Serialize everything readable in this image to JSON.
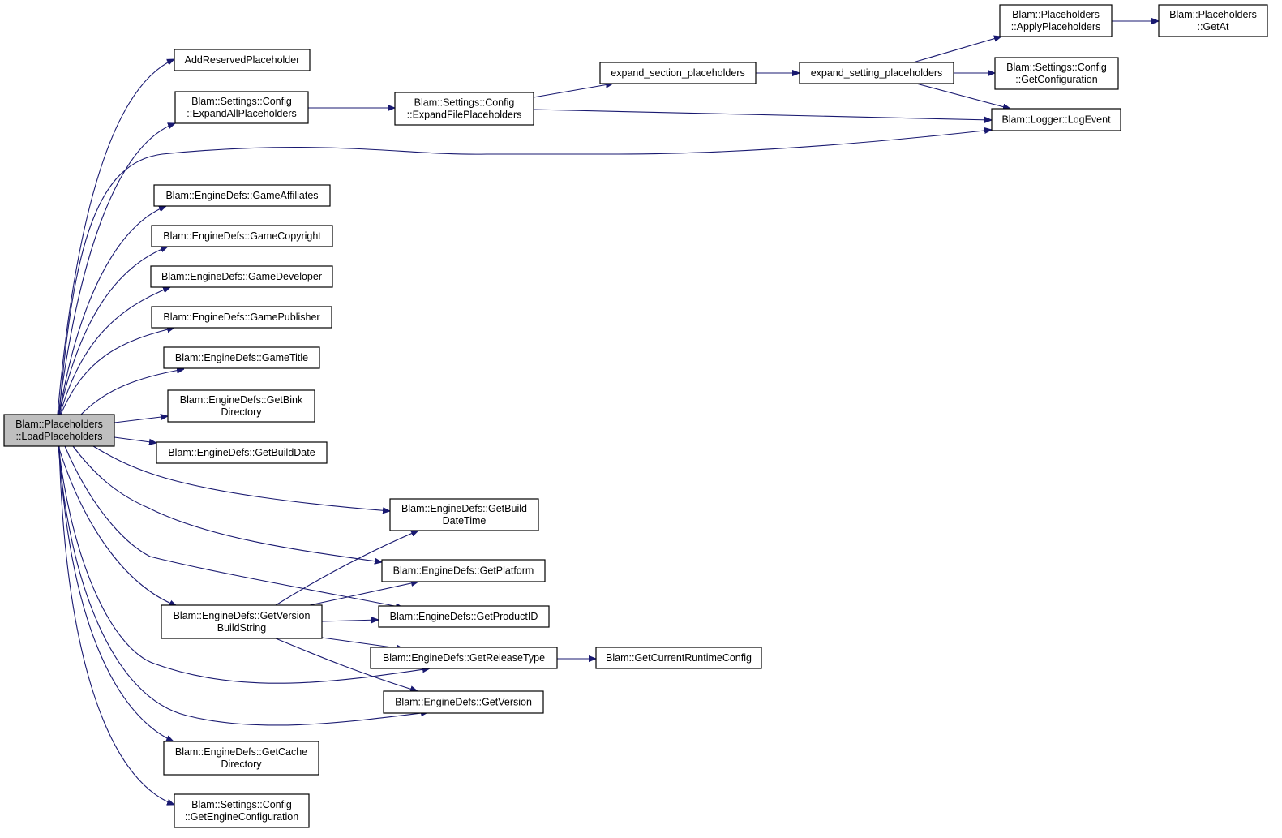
{
  "diagram": {
    "root": "load_placeholders",
    "nodes": [
      {
        "id": "load_placeholders",
        "lines": [
          "Blam::Placeholders",
          "::LoadPlaceholders"
        ],
        "root": true
      },
      {
        "id": "add_reserved",
        "lines": [
          "AddReservedPlaceholder"
        ]
      },
      {
        "id": "expand_all",
        "lines": [
          "Blam::Settings::Config",
          "::ExpandAllPlaceholders"
        ]
      },
      {
        "id": "expand_file",
        "lines": [
          "Blam::Settings::Config",
          "::ExpandFilePlaceholders"
        ]
      },
      {
        "id": "expand_section",
        "lines": [
          "expand_section_placeholders"
        ]
      },
      {
        "id": "expand_setting",
        "lines": [
          "expand_setting_placeholders"
        ]
      },
      {
        "id": "apply_placeholders",
        "lines": [
          "Blam::Placeholders",
          "::ApplyPlaceholders"
        ]
      },
      {
        "id": "get_at",
        "lines": [
          "Blam::Placeholders",
          "::GetAt"
        ]
      },
      {
        "id": "get_configuration",
        "lines": [
          "Blam::Settings::Config",
          "::GetConfiguration"
        ]
      },
      {
        "id": "log_event",
        "lines": [
          "Blam::Logger::LogEvent"
        ]
      },
      {
        "id": "game_affiliates",
        "lines": [
          "Blam::EngineDefs::GameAffiliates"
        ]
      },
      {
        "id": "game_copyright",
        "lines": [
          "Blam::EngineDefs::GameCopyright"
        ]
      },
      {
        "id": "game_developer",
        "lines": [
          "Blam::EngineDefs::GameDeveloper"
        ]
      },
      {
        "id": "game_publisher",
        "lines": [
          "Blam::EngineDefs::GamePublisher"
        ]
      },
      {
        "id": "game_title",
        "lines": [
          "Blam::EngineDefs::GameTitle"
        ]
      },
      {
        "id": "bink_dir",
        "lines": [
          "Blam::EngineDefs::GetBink",
          "Directory"
        ]
      },
      {
        "id": "build_date",
        "lines": [
          "Blam::EngineDefs::GetBuildDate"
        ]
      },
      {
        "id": "build_datetime",
        "lines": [
          "Blam::EngineDefs::GetBuild",
          "DateTime"
        ]
      },
      {
        "id": "platform",
        "lines": [
          "Blam::EngineDefs::GetPlatform"
        ]
      },
      {
        "id": "version_build",
        "lines": [
          "Blam::EngineDefs::GetVersion",
          "BuildString"
        ]
      },
      {
        "id": "product_id",
        "lines": [
          "Blam::EngineDefs::GetProductID"
        ]
      },
      {
        "id": "release_type",
        "lines": [
          "Blam::EngineDefs::GetReleaseType"
        ]
      },
      {
        "id": "runtime_config",
        "lines": [
          "Blam::GetCurrentRuntimeConfig"
        ]
      },
      {
        "id": "get_version",
        "lines": [
          "Blam::EngineDefs::GetVersion"
        ]
      },
      {
        "id": "cache_dir",
        "lines": [
          "Blam::EngineDefs::GetCache",
          "Directory"
        ]
      },
      {
        "id": "engine_config",
        "lines": [
          "Blam::Settings::Config",
          "::GetEngineConfiguration"
        ]
      }
    ],
    "edges": [
      [
        "load_placeholders",
        "add_reserved"
      ],
      [
        "load_placeholders",
        "expand_all"
      ],
      [
        "load_placeholders",
        "log_event"
      ],
      [
        "load_placeholders",
        "game_affiliates"
      ],
      [
        "load_placeholders",
        "game_copyright"
      ],
      [
        "load_placeholders",
        "game_developer"
      ],
      [
        "load_placeholders",
        "game_publisher"
      ],
      [
        "load_placeholders",
        "game_title"
      ],
      [
        "load_placeholders",
        "bink_dir"
      ],
      [
        "load_placeholders",
        "build_date"
      ],
      [
        "load_placeholders",
        "build_datetime"
      ],
      [
        "load_placeholders",
        "platform"
      ],
      [
        "load_placeholders",
        "product_id"
      ],
      [
        "load_placeholders",
        "version_build"
      ],
      [
        "load_placeholders",
        "release_type"
      ],
      [
        "load_placeholders",
        "get_version"
      ],
      [
        "load_placeholders",
        "cache_dir"
      ],
      [
        "load_placeholders",
        "engine_config"
      ],
      [
        "expand_all",
        "expand_file"
      ],
      [
        "expand_file",
        "expand_section"
      ],
      [
        "expand_file",
        "log_event"
      ],
      [
        "expand_section",
        "expand_setting"
      ],
      [
        "expand_setting",
        "apply_placeholders"
      ],
      [
        "expand_setting",
        "get_configuration"
      ],
      [
        "expand_setting",
        "log_event"
      ],
      [
        "apply_placeholders",
        "get_at"
      ],
      [
        "version_build",
        "build_datetime"
      ],
      [
        "version_build",
        "platform"
      ],
      [
        "version_build",
        "product_id"
      ],
      [
        "version_build",
        "release_type"
      ],
      [
        "version_build",
        "get_version"
      ],
      [
        "release_type",
        "runtime_config"
      ]
    ]
  }
}
